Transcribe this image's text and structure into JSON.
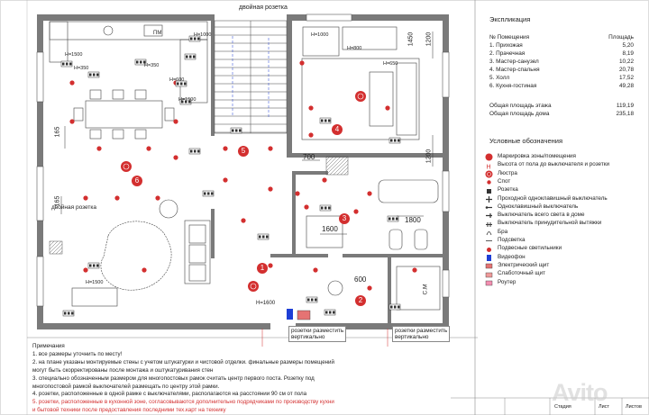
{
  "plan": {
    "labels": {
      "top_outlet": "двойная розетка",
      "left_outlet": "двойная розетка",
      "pm": "ПМ",
      "h1000a": "H=1000",
      "h1000b": "H=1000",
      "h1500a": "H=1500",
      "h1500b": "H=1500",
      "h1500c": "H=1500",
      "h350a": "H=350",
      "h350b": "H=350",
      "h600": "H=600",
      "h800": "H=800",
      "h650": "H=650",
      "h1600": "H=1600",
      "dim1450": "1450",
      "dim1200a": "1200",
      "dim1200b": "1200",
      "dim700": "700",
      "dim1600": "1600",
      "dim1800": "1800",
      "dim600": "600",
      "dim165a": "165",
      "dim165b": "165",
      "cm": "С.М",
      "vert1": "розетки разместить\nвертикально",
      "vert2": "розетки разместить\nвертикально"
    },
    "room_numbers": [
      "1",
      "2",
      "3",
      "4",
      "5",
      "6"
    ]
  },
  "explication": {
    "title": "Экспликация",
    "col_room": "№ Помещения",
    "col_area": "Площадь",
    "rows": [
      {
        "name": "1. Прихожая",
        "area": "5,20"
      },
      {
        "name": "2. Прачечная",
        "area": "8,19"
      },
      {
        "name": "3. Мастер-санузел",
        "area": "10,22"
      },
      {
        "name": "4. Мастер-спальня",
        "area": "20,78"
      },
      {
        "name": "5. Холл",
        "area": "17,52"
      },
      {
        "name": "6. Кухня-гостиная",
        "area": "49,28"
      }
    ],
    "total_floor": {
      "name": "Общая площадь этажа",
      "area": "119,19"
    },
    "total_house": {
      "name": "Общая площадь дома",
      "area": "235,18"
    }
  },
  "legend": {
    "title": "Условные обозначения",
    "items": [
      {
        "label": "Маркировка зоны/помещения",
        "icon": "zone-marker-icon"
      },
      {
        "label": "Высота от пола до выключателя и розетки",
        "icon": "height-marker-icon"
      },
      {
        "label": "Люстра",
        "icon": "chandelier-icon"
      },
      {
        "label": "Спот",
        "icon": "spot-icon"
      },
      {
        "label": "Розетка",
        "icon": "socket-icon"
      },
      {
        "label": "Проходной одноклавишный выключатель",
        "icon": "pass-switch-icon"
      },
      {
        "label": "Одноклавишный выключатель",
        "icon": "single-switch-icon"
      },
      {
        "label": "Выключатель всего света в доме",
        "icon": "master-switch-icon"
      },
      {
        "label": "Выключатель принудительной вытяжки",
        "icon": "exhaust-switch-icon"
      },
      {
        "label": "Бра",
        "icon": "sconce-icon"
      },
      {
        "label": "Подсветка",
        "icon": "backlight-icon"
      },
      {
        "label": "Подвесные светильники",
        "icon": "pendant-icon"
      },
      {
        "label": "Видеофон",
        "icon": "videophone-icon"
      },
      {
        "label": "Электрический щит",
        "icon": "electric-panel-icon"
      },
      {
        "label": "Слаботочный щит",
        "icon": "low-voltage-panel-icon"
      },
      {
        "label": "Роутер",
        "icon": "router-icon"
      }
    ]
  },
  "notes": {
    "title": "Примечания",
    "items": [
      "1. все размеры уточнить по месту!",
      "2. на плане указаны монтируемые стены с учетом штукатурки и чистовой отделки. финальные размеры помещений",
      "могут быть скорректированы после монтажа и оштукатуривания стен",
      "3. специально обозначенным размером для многопостовых рамок считать центр первого поста. Розетку под",
      "многопостовой рамкой выключателей размещать по центру этой рамки.",
      "4. розетки, расположенные в одной рамке с выключателями, располагаются на расстоянии 90 см от пола",
      "5. розетки, расположенные в кухонной зоне, согласовываются дополнительно подрядчиками по производству кухни",
      "и бытовой техники после предоставления последними тех.карт на технику"
    ]
  },
  "stamp": {
    "stage": "Стадия",
    "sheet": "Лист",
    "sheets": "Листов"
  },
  "watermark": "Avito",
  "colors": {
    "accent_red": "#d32f2f",
    "wall": "#7a7a7a",
    "blue": "#1e3fd6"
  }
}
